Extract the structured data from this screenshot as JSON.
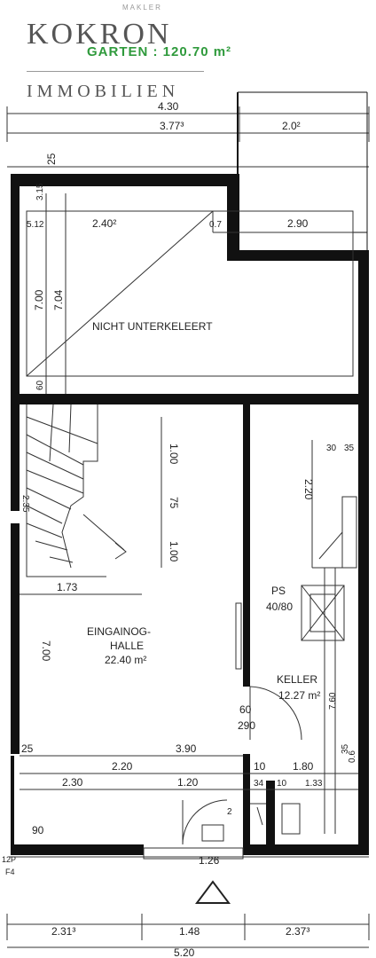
{
  "brand": {
    "top_small": "MAKLER",
    "name": "KOKRON",
    "subtitle": "IMMOBILIEN",
    "watermark_icon": "kokron-logo-mark"
  },
  "garden_label": "GARTEN :  120.70 m²",
  "dimensions": {
    "top_total": "4.30",
    "top_left": "3.77³",
    "top_right": "2.0²",
    "left_25": "25",
    "d_512": "5.12",
    "d_240": "2.40²",
    "d_07": "0.7",
    "d_290": "2.90",
    "d_700": "7.00",
    "d_704": "7.04",
    "d_315": "3.15",
    "d_60": "60",
    "d_100a": "1.00",
    "d_75": "75",
    "d_100b": "1.00",
    "d_235": "2.35",
    "d_173": "1.73",
    "d_30": "30",
    "d_35": "35",
    "d_220": "2.20",
    "d_700b": "7.00",
    "d_60b": "60",
    "d_290b": "290",
    "d_25b": "25",
    "d_390": "3.90",
    "d_220b": "2.20",
    "d_10": "10",
    "d_180": "1.80",
    "d_230": "2.30",
    "d_120": "1.20",
    "d_34": "34",
    "d_10b": "10",
    "d_133": "1.33",
    "d_90": "90",
    "d_126": "1.26",
    "d_12p": "12P",
    "d_f4": "F4",
    "d_231": "2.31³",
    "d_148": "1.48",
    "d_237": "2.37³",
    "d_520": "5.20",
    "d_760": "7.60",
    "d_35b": "35",
    "d_06": "0.6",
    "d_2": "2"
  },
  "rooms": {
    "nicht": "NICHT UNTERKELEERT",
    "ps_name": "PS",
    "ps_size": "40/80",
    "halle_line1": "EINGAINOG-",
    "halle_line2": "HALLE",
    "halle_area": "22.40 m²",
    "keller_name": "KELLER",
    "keller_area": "12.27 m²"
  }
}
